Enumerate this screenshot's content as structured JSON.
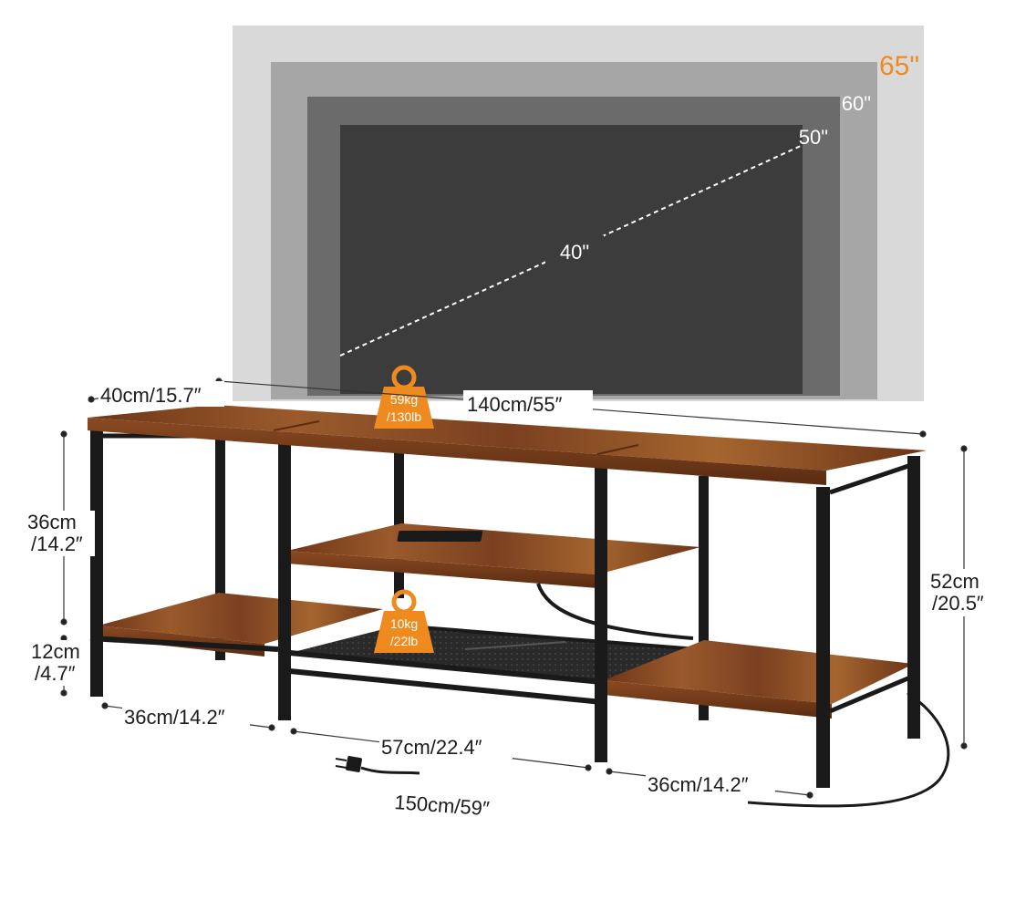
{
  "tv_sizes": {
    "s65": "65\"",
    "s60": "60\"",
    "s50": "50\"",
    "s40": "40\""
  },
  "weights": {
    "top": {
      "line1": "59kg",
      "line2": "/130lb"
    },
    "lower": {
      "line1": "10kg",
      "line2": "/22lb"
    }
  },
  "dimensions": {
    "depth": "40cm/15.7″",
    "width": "140cm/55″",
    "upper_shelf_height": {
      "line1": "36cm",
      "line2": "/14.2″"
    },
    "bottom_clearance": {
      "line1": "12cm",
      "line2": "/4.7″"
    },
    "total_height": {
      "line1": "52cm",
      "line2": "/20.5″"
    },
    "left_compartment": "36cm/14.2″",
    "middle_compartment": "57cm/22.4″",
    "right_compartment": "36cm/14.2″",
    "cable_length": "150cm/59″"
  },
  "colors": {
    "accent_orange": "#ef8a1f",
    "wood": "#8a4a22",
    "frame": "#1a1a1a"
  }
}
